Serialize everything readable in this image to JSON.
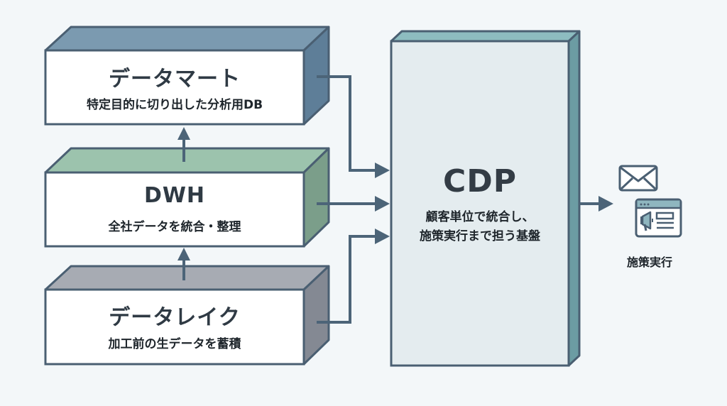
{
  "boxes": {
    "mart": {
      "title": "データマート",
      "subtitle": "特定目的に切り出した分析用DB",
      "color_top": "#7b9ab0",
      "color_side": "#5e7e98"
    },
    "dwh": {
      "title": "DWH",
      "subtitle": "全社データを統合・整理",
      "color_top": "#9cc3ad",
      "color_side": "#7b9e8a"
    },
    "lake": {
      "title": "データレイク",
      "subtitle": "加工前の生データを蓄積",
      "color_top": "#a7abb3",
      "color_side": "#848993"
    }
  },
  "cdp": {
    "title": "CDP",
    "description_line1": "顧客単位で統合し、",
    "description_line2": "施策実行まで担う基盤",
    "color_front": "#e4ecef",
    "color_top": "#8dbcc0",
    "color_side": "#6c9ca3"
  },
  "action": {
    "label": "施策実行",
    "icons": [
      "envelope-icon",
      "browser-megaphone-icon"
    ]
  },
  "colors": {
    "stroke": "#4a5f72",
    "arrow": "#4c6478",
    "background": "#f3f7f9"
  }
}
